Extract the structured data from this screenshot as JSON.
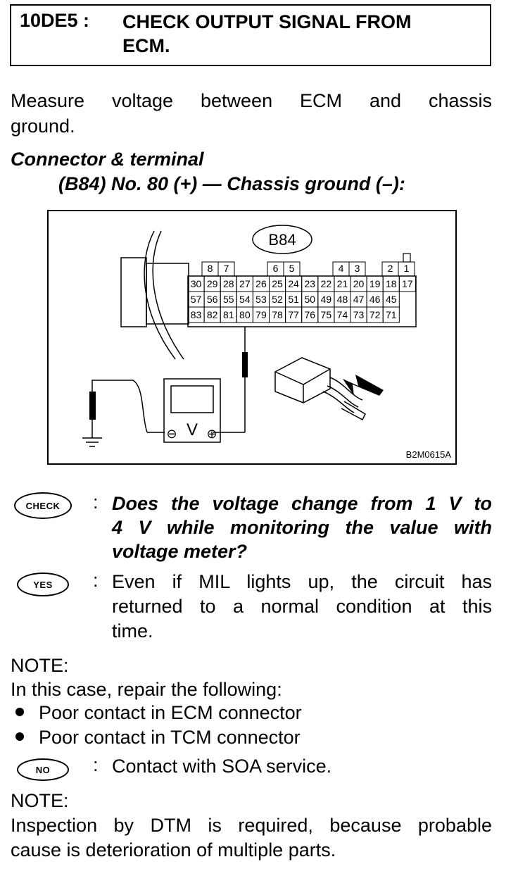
{
  "header": {
    "code": "10DE5 :",
    "title_line1": "CHECK OUTPUT SIGNAL FROM",
    "title_line2": "ECM."
  },
  "intro": {
    "line1": "Measure voltage between ECM and chassis",
    "line2": "ground."
  },
  "connector": {
    "heading": "Connector & terminal",
    "spec": "(B84) No. 80 (+) — Chassis ground (–):"
  },
  "figure": {
    "connector_label": "B84",
    "figure_code": "B2M0615A",
    "top_row": [
      "8",
      "7",
      "6",
      "5",
      "4",
      "3",
      "2",
      "1"
    ],
    "row1": [
      "30",
      "29",
      "28",
      "27",
      "26",
      "25",
      "24",
      "23",
      "22",
      "21",
      "20",
      "19",
      "18",
      "17"
    ],
    "row2": [
      "57",
      "56",
      "55",
      "54",
      "53",
      "52",
      "51",
      "50",
      "49",
      "48",
      "47",
      "46",
      "45"
    ],
    "row3": [
      "83",
      "82",
      "81",
      "80",
      "79",
      "78",
      "77",
      "76",
      "75",
      "74",
      "73",
      "72",
      "71"
    ],
    "meter_symbol": "V",
    "minus": "⊖",
    "plus": "⊕"
  },
  "check": {
    "badge": "CHECK",
    "colon": ":",
    "line1": "Does the voltage change from 1 V to",
    "line2": "4 V while monitoring the value with",
    "line3": "voltage meter?"
  },
  "yes": {
    "badge": "YES",
    "colon": ":",
    "line1": "Even if MIL lights up, the circuit has",
    "line2": "returned to a normal condition at this",
    "line3": "time."
  },
  "note1": {
    "label": "NOTE:",
    "line": "In this case, repair the following:",
    "bullets": [
      "Poor contact in ECM connector",
      "Poor contact in TCM connector"
    ]
  },
  "no": {
    "badge": "NO",
    "colon": ":",
    "text": "Contact with SOA service."
  },
  "note2": {
    "label": "NOTE:",
    "line1": "Inspection by DTM is required, because probable",
    "line2": "cause is deterioration of multiple parts."
  }
}
